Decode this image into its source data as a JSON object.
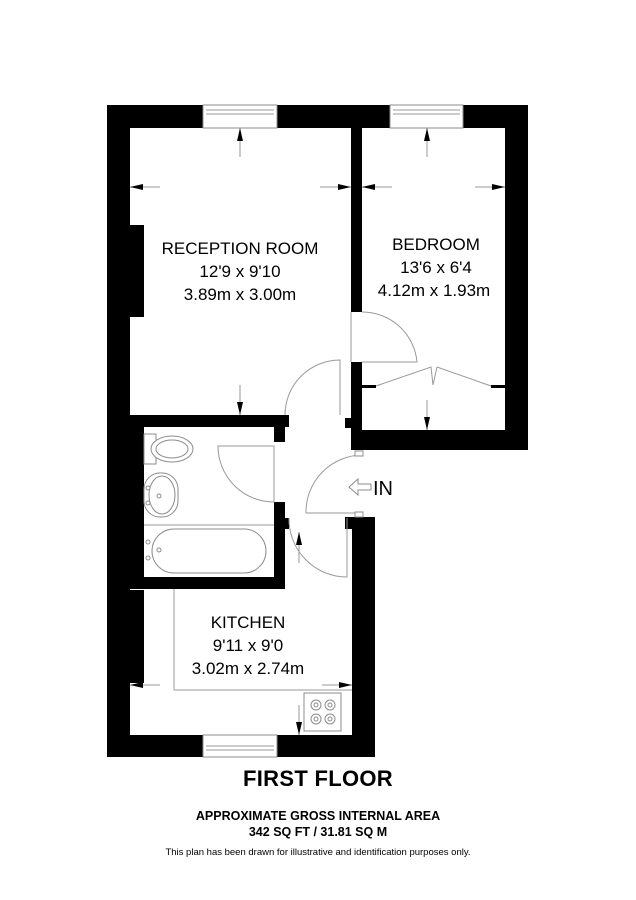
{
  "floor_plan": {
    "floor_name": "FIRST FLOOR",
    "area_title": "APPROXIMATE GROSS INTERNAL AREA",
    "area_value": "342 SQ FT / 31.81 SQ M",
    "disclaimer": "This plan has been drawn for illustrative and identification purposes only.",
    "entrance_label": "IN",
    "rooms": [
      {
        "name": "RECEPTION ROOM",
        "imperial": "12'9 x 9'10",
        "metric": "3.89m x 3.00m"
      },
      {
        "name": "BEDROOM",
        "imperial": "13'6 x 6'4",
        "metric": "4.12m x 1.93m"
      },
      {
        "name": "KITCHEN",
        "imperial": "9'11 x 9'0",
        "metric": "3.02m x 2.74m"
      }
    ],
    "fixtures": [
      "toilet",
      "wash-basin",
      "bathtub",
      "hob"
    ],
    "colors": {
      "wall": "#000000",
      "line": "#9a9a9a",
      "background": "#ffffff"
    }
  }
}
